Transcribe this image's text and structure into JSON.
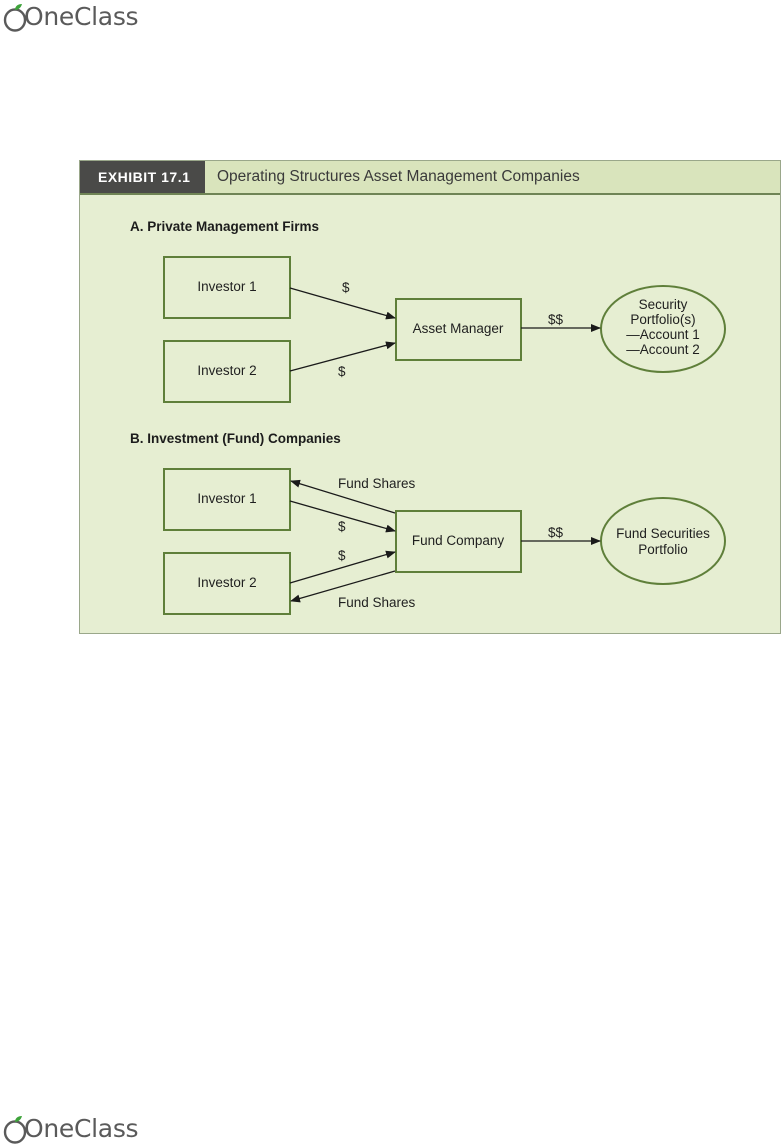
{
  "branding": {
    "logo_text": "OneClass"
  },
  "exhibit": {
    "tag": "EXHIBIT 17.1",
    "title": "Operating Structures Asset Management Companies"
  },
  "section_a": {
    "title": "A. Private Management Firms",
    "investor1": "Investor 1",
    "investor2": "Investor 2",
    "manager": "Asset Manager",
    "portfolio_lines": [
      "Security",
      "Portfolio(s)",
      "—Account 1",
      "—Account 2"
    ],
    "flow_in_1": "$",
    "flow_in_2": "$",
    "flow_out": "$$"
  },
  "section_b": {
    "title": "B. Investment (Fund) Companies",
    "investor1": "Investor 1",
    "investor2": "Investor 2",
    "fund": "Fund Company",
    "portfolio_lines": [
      "Fund Securities",
      "Portfolio"
    ],
    "shares_top": "Fund Shares",
    "shares_bottom": "Fund Shares",
    "flow_in_1": "$",
    "flow_in_2": "$",
    "flow_out": "$$"
  },
  "colors": {
    "panel": "#e6eed2",
    "box_border": "#5f7f3a",
    "header_tag": "#4a4a48"
  },
  "icons": {
    "logo": "oneclass-leaf-icon"
  }
}
